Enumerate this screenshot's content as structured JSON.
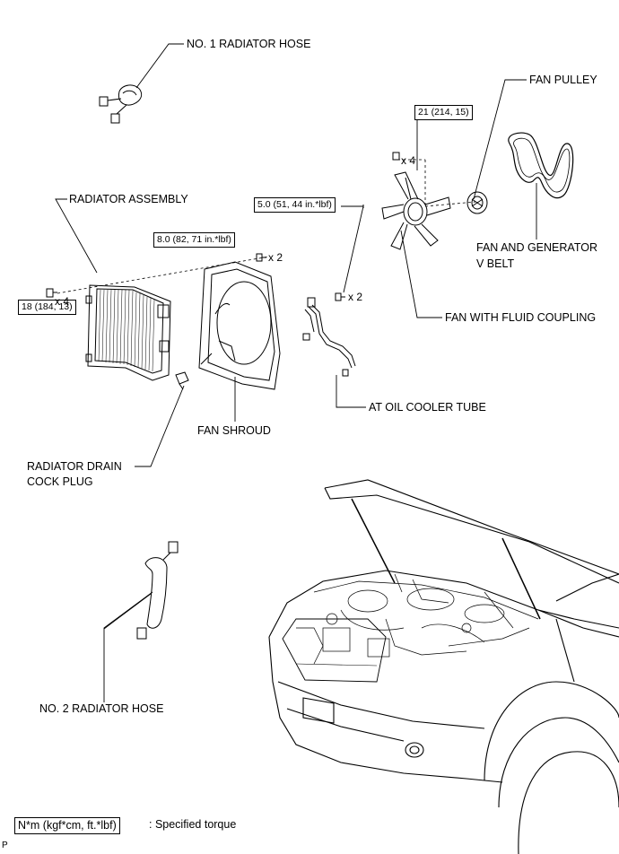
{
  "labels": {
    "no1_radiator_hose": "NO. 1 RADIATOR HOSE",
    "fan_pulley": "FAN PULLEY",
    "radiator_assembly": "RADIATOR ASSEMBLY",
    "fan_and_generator_v_belt_line1": "FAN AND GENERATOR",
    "fan_and_generator_v_belt_line2": "V BELT",
    "fan_with_fluid_coupling": "FAN WITH FLUID COUPLING",
    "at_oil_cooler_tube": "AT OIL COOLER TUBE",
    "fan_shroud": "FAN SHROUD",
    "radiator_drain_cock_plug_line1": "RADIATOR DRAIN",
    "radiator_drain_cock_plug_line2": "COCK PLUG",
    "no2_radiator_hose": "NO. 2 RADIATOR HOSE"
  },
  "torques": {
    "fan_nut": "21 (214, 15)",
    "oil_cooler_bolt": "5.0 (51, 44 in.*lbf)",
    "shroud_bolt": "8.0 (82, 71 in.*lbf)",
    "radiator_bolt": "18 (184, 13)"
  },
  "quantities": {
    "fan_nut": "x 4",
    "shroud_bolt": "x 2",
    "oil_cooler_bolt": "x 2",
    "radiator_bolt": "x 4"
  },
  "legend": {
    "unit_box": "N*m (kgf*cm, ft.*lbf)",
    "description": ": Specified torque"
  },
  "corner_mark": "P"
}
